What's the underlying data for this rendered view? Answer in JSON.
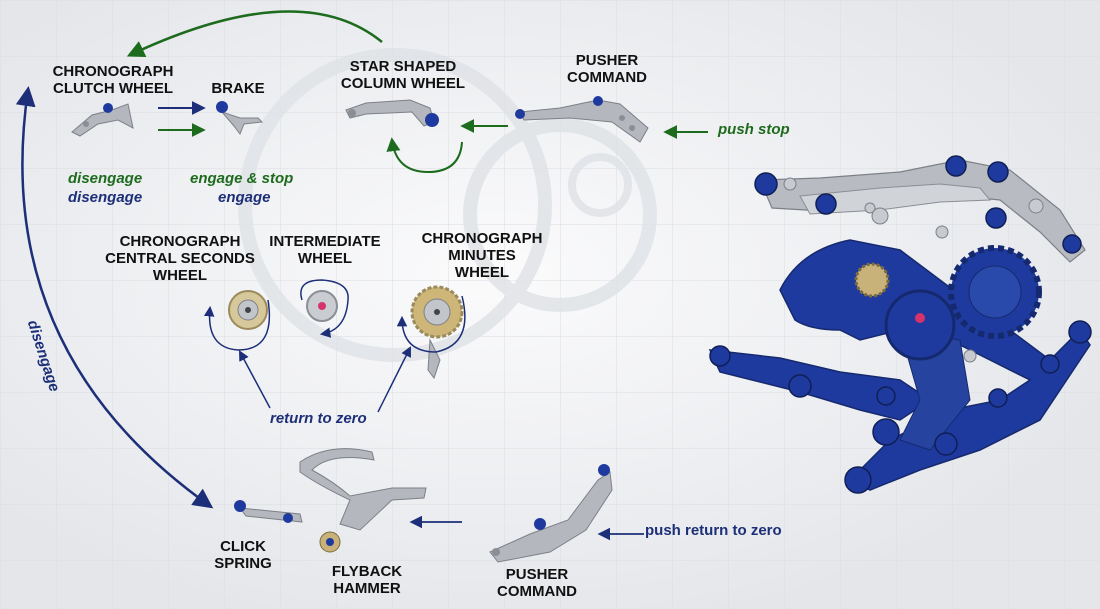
{
  "components": {
    "clutch_wheel": [
      "CHRONOGRAPH",
      "CLUTCH WHEEL"
    ],
    "brake": "BRAKE",
    "column_wheel": [
      "STAR SHAPED",
      "COLUMN WHEEL"
    ],
    "pusher_top": [
      "PUSHER",
      "COMMAND"
    ],
    "central_seconds": [
      "CHRONOGRAPH",
      "CENTRAL SECONDS",
      "WHEEL"
    ],
    "intermediate": [
      "INTERMEDIATE",
      "WHEEL"
    ],
    "minutes": [
      "CHRONOGRAPH",
      "MINUTES",
      "WHEEL"
    ],
    "click_spring": [
      "CLICK",
      "SPRING"
    ],
    "flyback_hammer": [
      "FLYBACK",
      "HAMMER"
    ],
    "pusher_bottom": [
      "PUSHER",
      "COMMAND"
    ]
  },
  "actions": {
    "push_stop": "push stop",
    "disengage_green": "disengage",
    "disengage_blue": "disengage",
    "engage_stop": "engage & stop",
    "engage": "engage",
    "return_to_zero": "return to zero",
    "push_return_to_zero": "push return to zero",
    "disengage_vertical": "disengage"
  },
  "colors": {
    "green": "#1d6b1d",
    "blue": "#1c2f78",
    "steel": "#a9adb3",
    "blue_parts": "#1f3a9e",
    "brass": "#c9b27a"
  }
}
